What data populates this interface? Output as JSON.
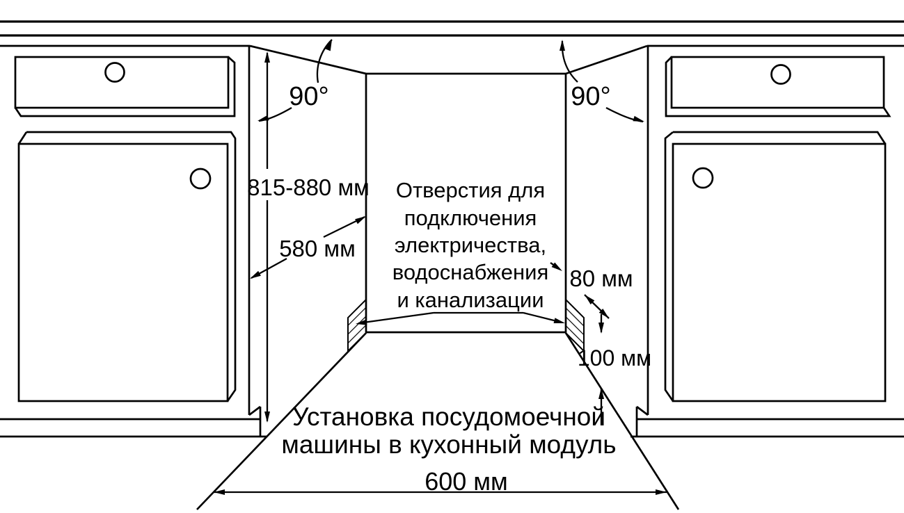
{
  "diagram": {
    "caption": {
      "line1": "Установка посудомоечной",
      "line2": "машины в кухонный модуль"
    },
    "niche_note": {
      "line1": "Отверстия для",
      "line2": "подключения",
      "line3": "электричества,",
      "line4": "водоснабжения",
      "line5": "и канализации"
    },
    "dimensions": {
      "angle_left": "90°",
      "angle_right": "90°",
      "height": "815-880 мм",
      "depth": "580 мм",
      "hole_width": "80 мм",
      "hole_offset": "100 мм",
      "width": "600 мм"
    },
    "colors": {
      "line": "#000000",
      "background": "#ffffff"
    }
  }
}
